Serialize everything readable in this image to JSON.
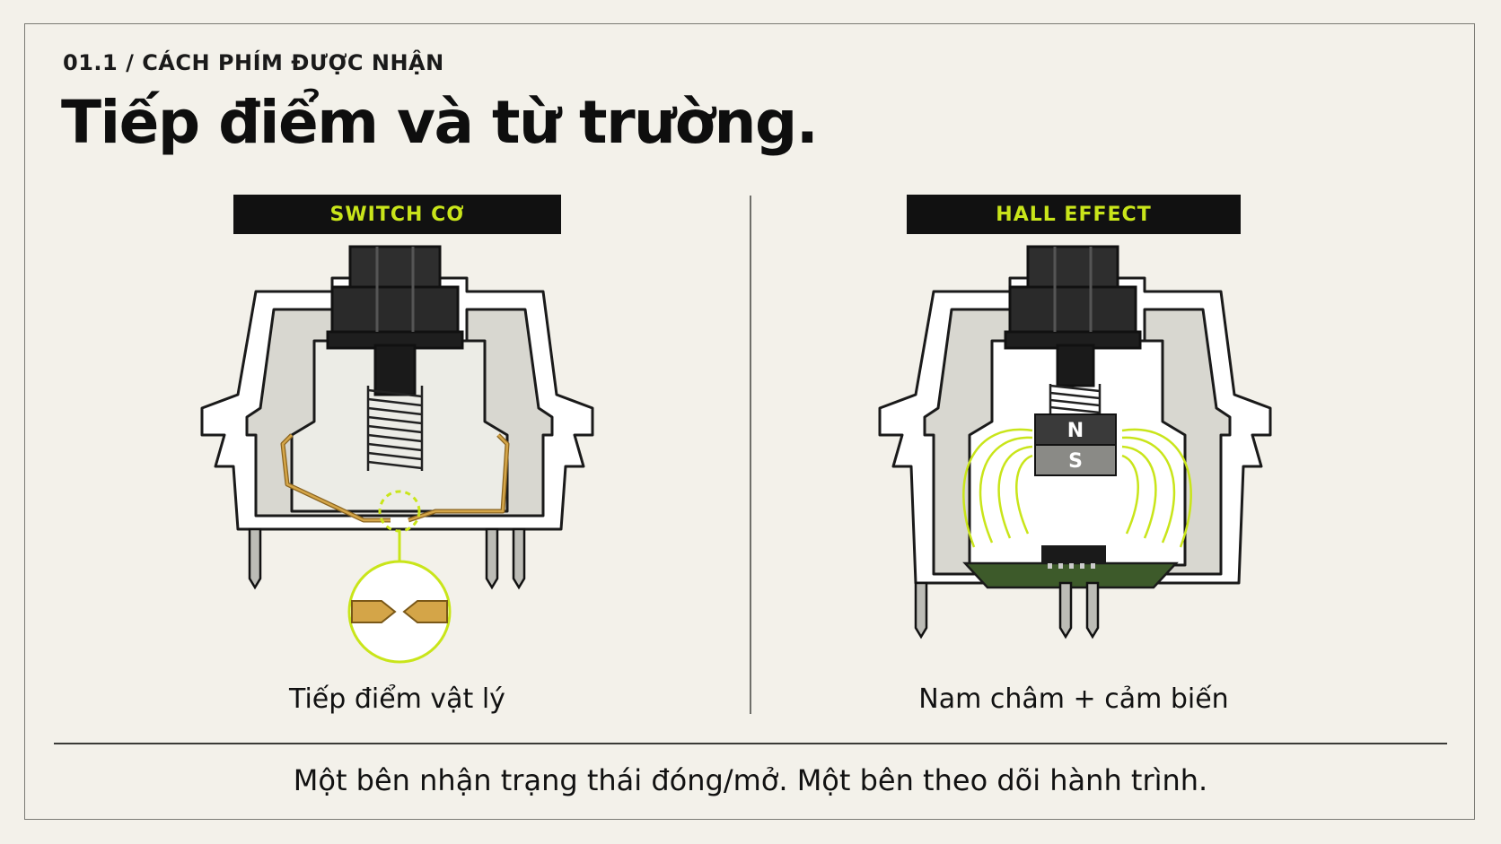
{
  "header": {
    "eyebrow": "01.1 / CÁCH PHÍM ĐƯỢC NHẬN",
    "title": "Tiếp điểm và từ trường."
  },
  "left_panel": {
    "label": "SWITCH CƠ",
    "caption": "Tiếp điểm vật lý"
  },
  "right_panel": {
    "label": "HALL EFFECT",
    "caption": "Nam châm + cảm biến",
    "magnet_north": "N",
    "magnet_south": "S"
  },
  "footer": {
    "text": "Một bên nhận trạng thái đóng/mở. Một bên theo dõi hành trình."
  },
  "colors": {
    "background": "#f3f1ea",
    "label_bg": "#111111",
    "accent": "#c9e51a",
    "housing": "#dcdbd4",
    "stem": "#2a2a2a",
    "contact": "#c9963a",
    "pcb": "#3d5a2a",
    "magnet_n": "#3a3a3a",
    "magnet_s": "#8a8a86"
  }
}
